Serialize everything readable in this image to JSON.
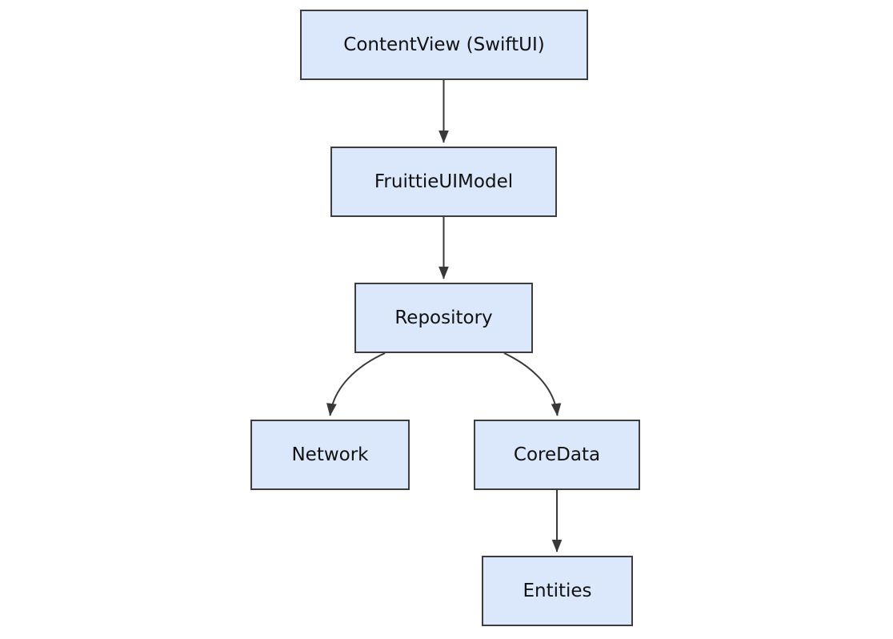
{
  "diagram": {
    "type": "flowchart",
    "direction": "top-down",
    "colors": {
      "background": "#ffffff",
      "node_fill": "#dbe8fc",
      "node_border": "#3d3d3d",
      "edge_stroke": "#383838",
      "text": "#111111"
    },
    "nodes": [
      {
        "id": "contentview",
        "label": "ContentView (SwiftUI)"
      },
      {
        "id": "fruittieuimodel",
        "label": "FruittieUIModel"
      },
      {
        "id": "repository",
        "label": "Repository"
      },
      {
        "id": "network",
        "label": "Network"
      },
      {
        "id": "coredata",
        "label": "CoreData"
      },
      {
        "id": "entities",
        "label": "Entities"
      }
    ],
    "edges": [
      {
        "from": "ContentView (SwiftUI)",
        "to": "FruittieUIModel",
        "style": "straight-arrow"
      },
      {
        "from": "FruittieUIModel",
        "to": "Repository",
        "style": "straight-arrow"
      },
      {
        "from": "Repository",
        "to": "Network",
        "style": "curved-arrow"
      },
      {
        "from": "Repository",
        "to": "CoreData",
        "style": "curved-arrow"
      },
      {
        "from": "CoreData",
        "to": "Entities",
        "style": "straight-arrow"
      }
    ]
  }
}
